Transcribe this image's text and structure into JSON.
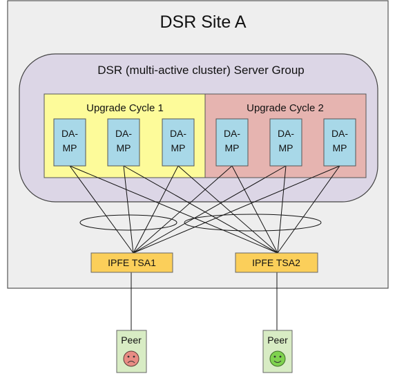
{
  "site": {
    "title": "DSR Site A"
  },
  "server_group": {
    "title": "DSR (multi-active cluster) Server Group"
  },
  "cycles": [
    {
      "title": "Upgrade Cycle 1"
    },
    {
      "title": "Upgrade Cycle 2"
    }
  ],
  "nodes": [
    {
      "line1": "DA-",
      "line2": "MP"
    },
    {
      "line1": "DA-",
      "line2": "MP"
    },
    {
      "line1": "DA-",
      "line2": "MP"
    },
    {
      "line1": "DA-",
      "line2": "MP"
    },
    {
      "line1": "DA-",
      "line2": "MP"
    },
    {
      "line1": "DA-",
      "line2": "MP"
    }
  ],
  "ipfe": [
    {
      "label": "IPFE TSA1"
    },
    {
      "label": "IPFE TSA2"
    }
  ],
  "peers": [
    {
      "label": "Peer",
      "mood": "sad"
    },
    {
      "label": "Peer",
      "mood": "happy"
    }
  ],
  "colors": {
    "site_bg": "#eeeeee",
    "group_bg": "#dcd6e6",
    "cycle1_bg": "#fdfb9a",
    "cycle2_bg": "#e6b4b0",
    "node_bg": "#a8d8e8",
    "ipfe_bg": "#fbcf5a",
    "peer_bg": "#d8ecc4",
    "sad_face": "#e88c84",
    "happy_face": "#7fd24e"
  }
}
